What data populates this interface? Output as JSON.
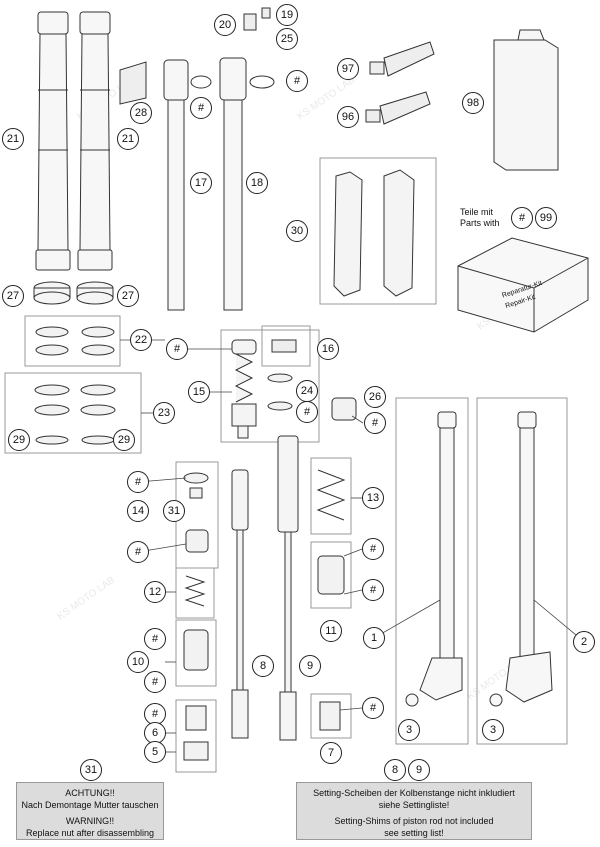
{
  "callouts": {
    "c1": "1",
    "c2": "2",
    "c3a": "3",
    "c3b": "3",
    "c5": "5",
    "c6": "6",
    "c7": "7",
    "c8": "8",
    "c9": "9",
    "c10": "10",
    "c11": "11",
    "c12": "12",
    "c13": "13",
    "c14": "14",
    "c15": "15",
    "c16": "16",
    "c17": "17",
    "c18": "18",
    "c19": "19",
    "c20": "20",
    "c21a": "21",
    "c21b": "21",
    "c22": "22",
    "c23": "23",
    "c24": "24",
    "c25": "25",
    "c26": "26",
    "c27a": "27",
    "c27b": "27",
    "c28": "28",
    "c29a": "29",
    "c29b": "29",
    "c30": "30",
    "c31": "31",
    "c96": "96",
    "c97": "97",
    "c98": "98",
    "c99": "99",
    "hash": "#"
  },
  "parts_with": {
    "line1": "Teile mit",
    "line2": "Parts with"
  },
  "kit_box": {
    "label1": "Reparatur-Kit",
    "label2": "Repair-Kit"
  },
  "notes": {
    "nut": {
      "ref": "31",
      "de_title": "ACHTUNG!!",
      "de_text": "Nach Demontage Mutter tauschen",
      "en_title": "WARNING!!",
      "en_text": "Replace nut after disassembling"
    },
    "shims": {
      "ref_a": "8",
      "ref_b": "9",
      "de_line1": "Setting-Scheiben der Kolbenstange nicht inkludiert",
      "de_line2": "siehe Settingliste!",
      "en_line1": "Setting-Shims of piston rod not included",
      "en_line2": "see setting list!"
    }
  },
  "watermark": "KS MOTO LAB"
}
